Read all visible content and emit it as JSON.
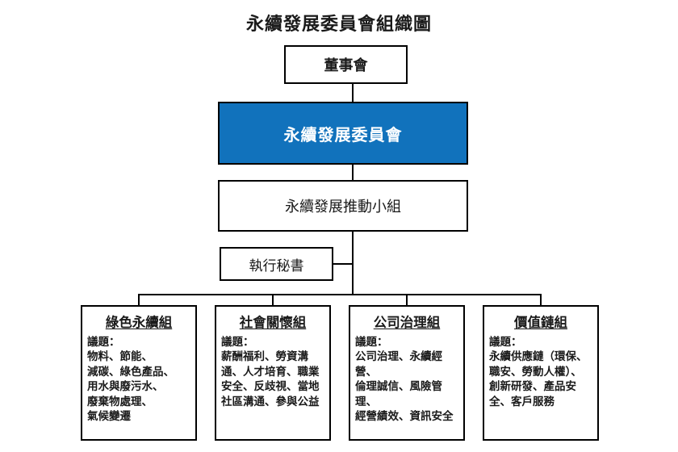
{
  "title": "永續發展委員會組織圖",
  "nodes": {
    "board": "董事會",
    "committee": "永續發展委員會",
    "taskforce": "永續發展推動小組",
    "secretary": "執行秘書"
  },
  "groups": [
    {
      "name": "綠色永續組",
      "lines": [
        "議題：",
        "物料、節能、",
        "減碳、綠色產品、",
        "用水與廢污水、",
        "廢棄物處理、",
        "氣候變遷"
      ]
    },
    {
      "name": "社會關懷組",
      "lines": [
        "議題：",
        "薪酬福利、勞資溝",
        "通、人才培育、職業",
        "安全、反歧視、當地",
        "社區溝通、參與公益"
      ]
    },
    {
      "name": "公司治理組",
      "lines": [
        "議題：",
        "公司治理、永續經",
        "營、",
        "倫理誠信、風險管",
        "理、",
        "經營績效、資訊安全"
      ]
    },
    {
      "name": "價值鏈組",
      "lines": [
        "議題：",
        "永續供應鏈（環保、",
        "職安、勞動人權）、",
        "創新研發、產品安",
        "全、客戶服務"
      ]
    }
  ],
  "colors": {
    "committee_bg": "#1172BC",
    "committee_text": "#FFFFFF",
    "line_color": "#000000"
  }
}
